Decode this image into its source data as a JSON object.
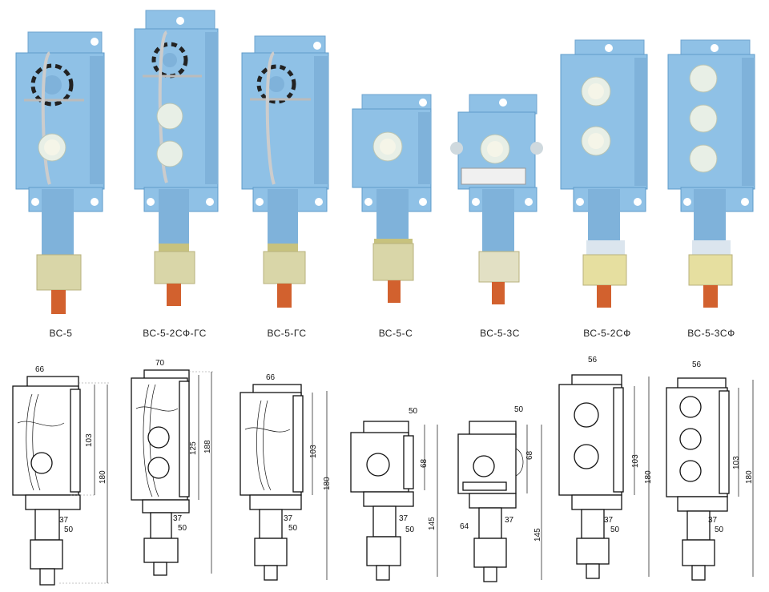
{
  "colors": {
    "housing": "#8fc1e6",
    "housing_dark": "#5f9ccb",
    "brass": "#d9d6a8",
    "copper": "#d2612e"
  },
  "products": [
    {
      "label": "ВС-5",
      "dims": [
        "66",
        "103",
        "180",
        "37",
        "50"
      ]
    },
    {
      "label": "ВС-5-2СФ-ГС",
      "dims": [
        "70",
        "125",
        "188",
        "37",
        "50"
      ]
    },
    {
      "label": "ВС-5-ГС",
      "dims": [
        "66",
        "103",
        "180",
        "37",
        "50"
      ]
    },
    {
      "label": "ВС-5-С",
      "dims": [
        "50",
        "68",
        "145",
        "37",
        "50"
      ]
    },
    {
      "label": "ВС-5-3С",
      "dims": [
        "50",
        "68",
        "145",
        "37",
        "64"
      ]
    },
    {
      "label": "ВС-5-2СФ",
      "dims": [
        "56",
        "103",
        "180",
        "37",
        "50"
      ]
    },
    {
      "label": "ВС-5-3СФ",
      "dims": [
        "56",
        "103",
        "180",
        "37",
        "50"
      ]
    }
  ]
}
